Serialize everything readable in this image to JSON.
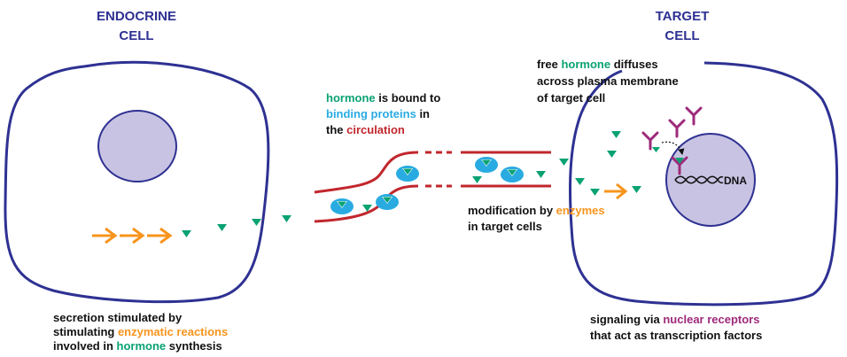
{
  "colors": {
    "navy": "#2e3192",
    "cell_fill": "#c8c3e2",
    "hormone_green": "#0aa273",
    "enzyme_orange": "#f7941d",
    "binding_cyan": "#29abe2",
    "circulation_red": "#c1272d",
    "receptor_purple": "#9e2a7b",
    "text": "#111111"
  },
  "titles": {
    "endocrine_line1": "ENDOCRINE",
    "endocrine_line2": "CELL",
    "target_line1": "TARGET",
    "target_line2": "CELL"
  },
  "notes": {
    "secretion": {
      "line1": "secretion stimulated by",
      "line2_a": "stimulating ",
      "line2_b": "enzymatic reactions",
      "line3_a": "involved in ",
      "line3_b": "hormone",
      "line3_c": " synthesis"
    },
    "bound": {
      "line1_a": "hormone",
      "line1_b": " is bound to",
      "line2_a": "binding proteins",
      "line2_b": " in",
      "line3_a": "the ",
      "line3_b": "circulation"
    },
    "diffuse": {
      "line1_a": "free ",
      "line1_b": "hormone",
      "line1_c": " diffuses",
      "line2": "across plasma membrane",
      "line3": "of target cell"
    },
    "modification": {
      "line1_a": "modification by ",
      "line1_b": "enzymes",
      "line2": "in target cells"
    },
    "signaling": {
      "line1_a": "signaling via ",
      "line1_b": "nuclear receptors",
      "line2": "that act as transcription factors"
    }
  },
  "dna_label": "DNA",
  "icons": {
    "hormone": "green-triangle",
    "enzyme": "orange-arrow",
    "binding_protein": "cyan-oval-with-notch",
    "receptor": "purple-y-shape",
    "dna": "double-helix"
  }
}
